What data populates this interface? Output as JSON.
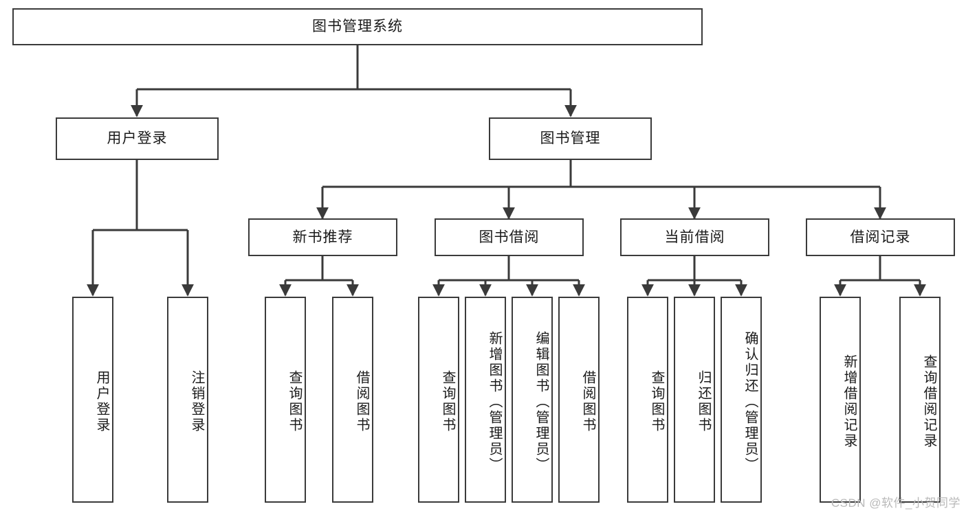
{
  "diagram": {
    "title": "图书管理系统",
    "watermark": "CSDN @软件_小贺同学",
    "colors": {
      "box_border": "#3a3a3a",
      "box_fill": "#ffffff",
      "connector": "#3a3a3a",
      "text": "#1a1a1a",
      "watermark": "#b9b9b9",
      "background": "#ffffff"
    },
    "root": {
      "label": "图书管理系统"
    },
    "level2": [
      {
        "label": "用户登录"
      },
      {
        "label": "图书管理"
      }
    ],
    "level3": [
      {
        "label": "新书推荐"
      },
      {
        "label": "图书借阅"
      },
      {
        "label": "当前借阅"
      },
      {
        "label": "借阅记录"
      }
    ],
    "leaves": {
      "user_login": [
        {
          "label": "用户登录"
        },
        {
          "label": "注销登录"
        }
      ],
      "new_book_recommend": [
        {
          "label": "查询图书"
        },
        {
          "label": "借阅图书"
        }
      ],
      "book_borrow": [
        {
          "label": "查询图书"
        },
        {
          "label": "新增图书（管理员）"
        },
        {
          "label": "编辑图书（管理员）"
        },
        {
          "label": "借阅图书"
        }
      ],
      "current_borrow": [
        {
          "label": "查询图书"
        },
        {
          "label": "归还图书"
        },
        {
          "label": "确认归还（管理员）"
        }
      ],
      "borrow_record": [
        {
          "label": "新增借阅记录"
        },
        {
          "label": "查询借阅记录"
        }
      ]
    }
  }
}
